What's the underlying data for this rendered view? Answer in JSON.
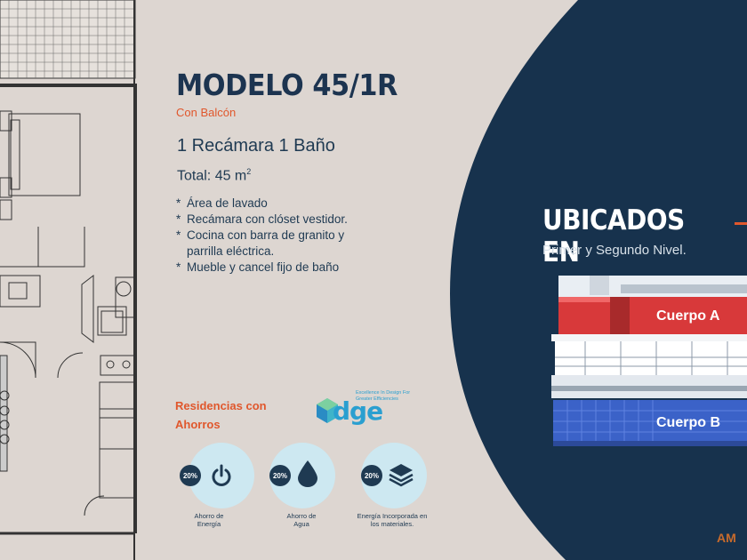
{
  "model": {
    "title": "MODELO 45/1R",
    "subtitle": "Con Balcón",
    "rooms": "1 Recámara  1 Baño",
    "total_label": "Total: 45 m",
    "total_sup": "2"
  },
  "features": [
    "Área de lavado",
    "Recámara con clóset vestidor.",
    "Cocina con barra de granito y parrilla eléctrica.",
    "Mueble y cancel fijo de baño"
  ],
  "savings": {
    "title": "Residencias con Ahorros",
    "edge_word": "EDGE",
    "edge_tagline": "Excellence In Design For Greater Efficiencies",
    "items": [
      {
        "percent": "20%",
        "label": "Ahorro de Energía",
        "icon": "power-icon"
      },
      {
        "percent": "20%",
        "label": "Ahorro de Agua",
        "icon": "water-drop-icon"
      },
      {
        "percent": "20%",
        "label": "Energía Incorporada en los materiales.",
        "icon": "layers-icon"
      }
    ]
  },
  "location": {
    "heading": "UBICADOS EN",
    "levels": "Primer y Segundo Nivel.",
    "building_a": "Cuerpo A",
    "building_b": "Cuerpo B"
  },
  "brand": "AM",
  "colors": {
    "background": "#ddd6d1",
    "navy": "#1f3a52",
    "accent_orange": "#e0572c",
    "panel": "#17324d",
    "building_a": "#d8393a",
    "building_b": "#3b62c8",
    "badge": "#cde8f1"
  }
}
